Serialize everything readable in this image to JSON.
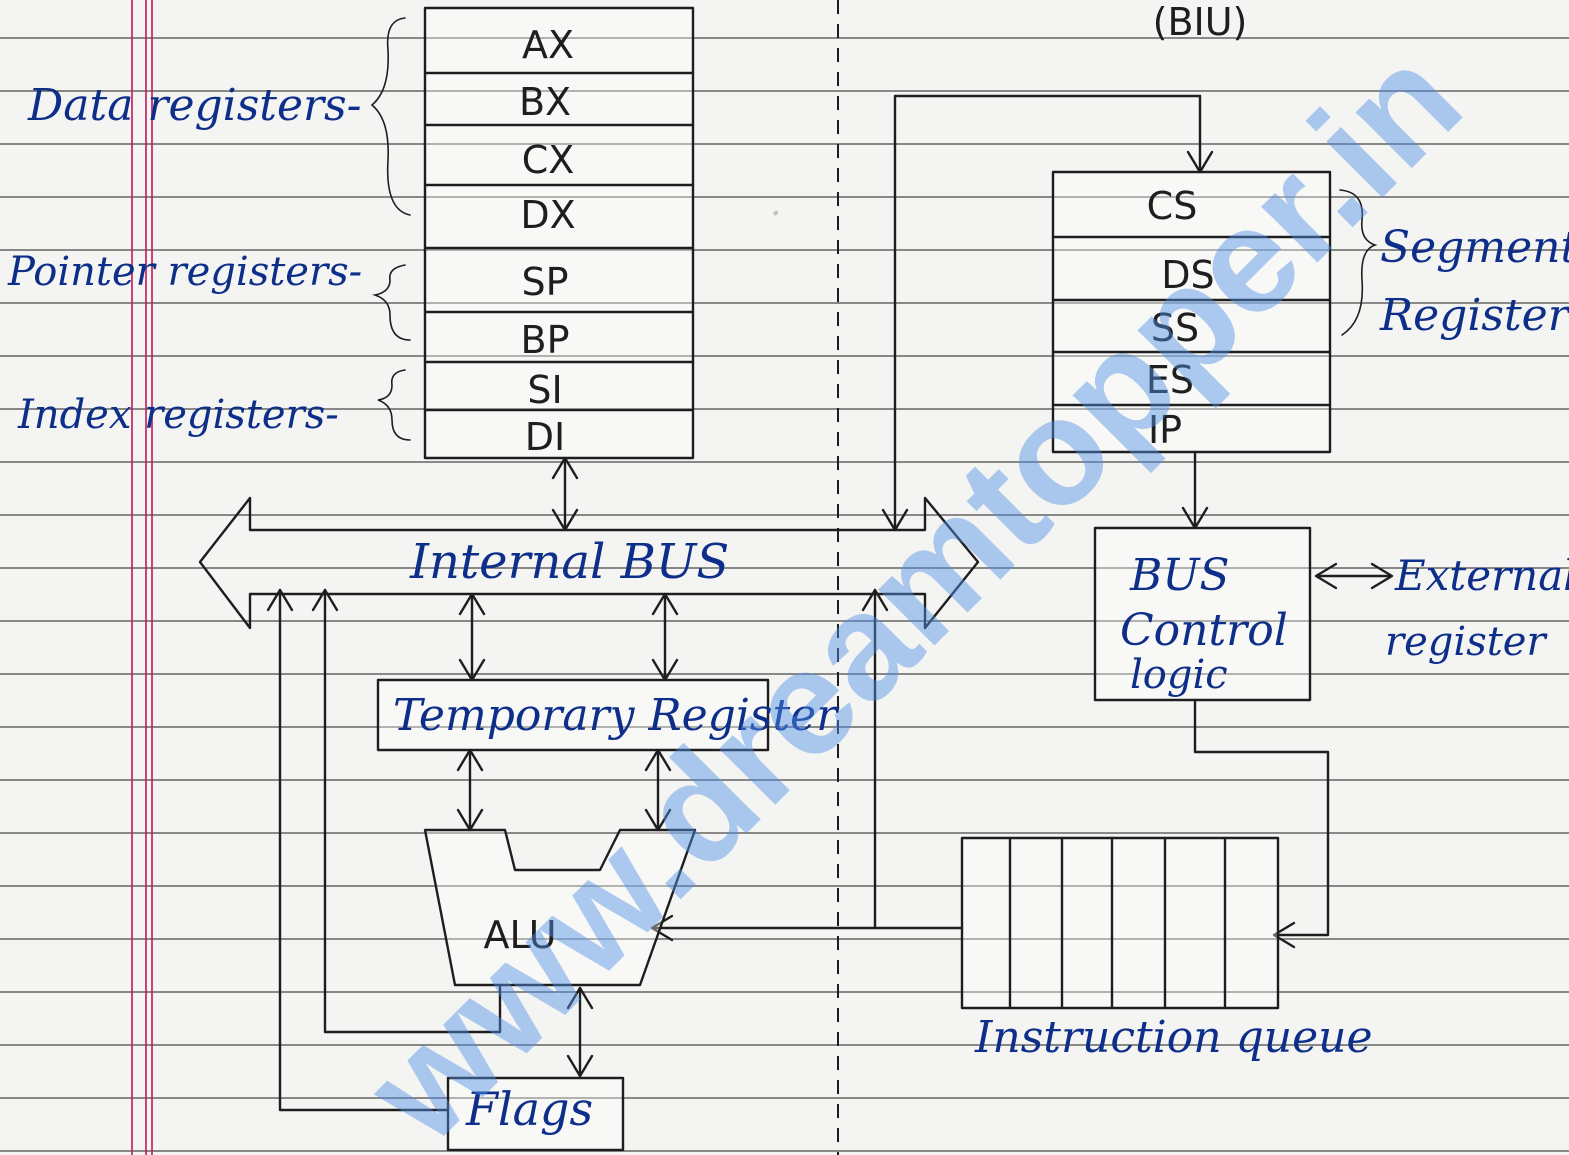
{
  "header": {
    "title": "(BIU)"
  },
  "general_registers": {
    "items": [
      "AX",
      "BX",
      "CX",
      "DX",
      "SP",
      "BP",
      "SI",
      "DI"
    ]
  },
  "groups": {
    "data": "Data registers-",
    "pointer": "Pointer registers-",
    "index": "Index registers-"
  },
  "segment_registers": {
    "label": "Segment Registers",
    "label_line1": "Segment",
    "label_line2": "Registers",
    "items": [
      "CS",
      "DS",
      "SS",
      "ES",
      "IP"
    ]
  },
  "internal_bus": {
    "label": "Internal BUS"
  },
  "temporary_register": {
    "label": "Temporary Register"
  },
  "alu": {
    "label": "ALU"
  },
  "flags": {
    "label": "Flags"
  },
  "bus_control": {
    "line1": "BUS",
    "line2": "Control",
    "line3": "logic"
  },
  "external": {
    "line1": "External",
    "line2": "register"
  },
  "instruction_queue": {
    "label": "Instruction queue"
  },
  "watermark": {
    "text": "www.dreamtopper.in"
  },
  "colors": {
    "ink": "#1e1e1e",
    "blue_ink": "#0d2f8a",
    "watermark": "#4f8fe6",
    "margin": "#c2185b"
  }
}
